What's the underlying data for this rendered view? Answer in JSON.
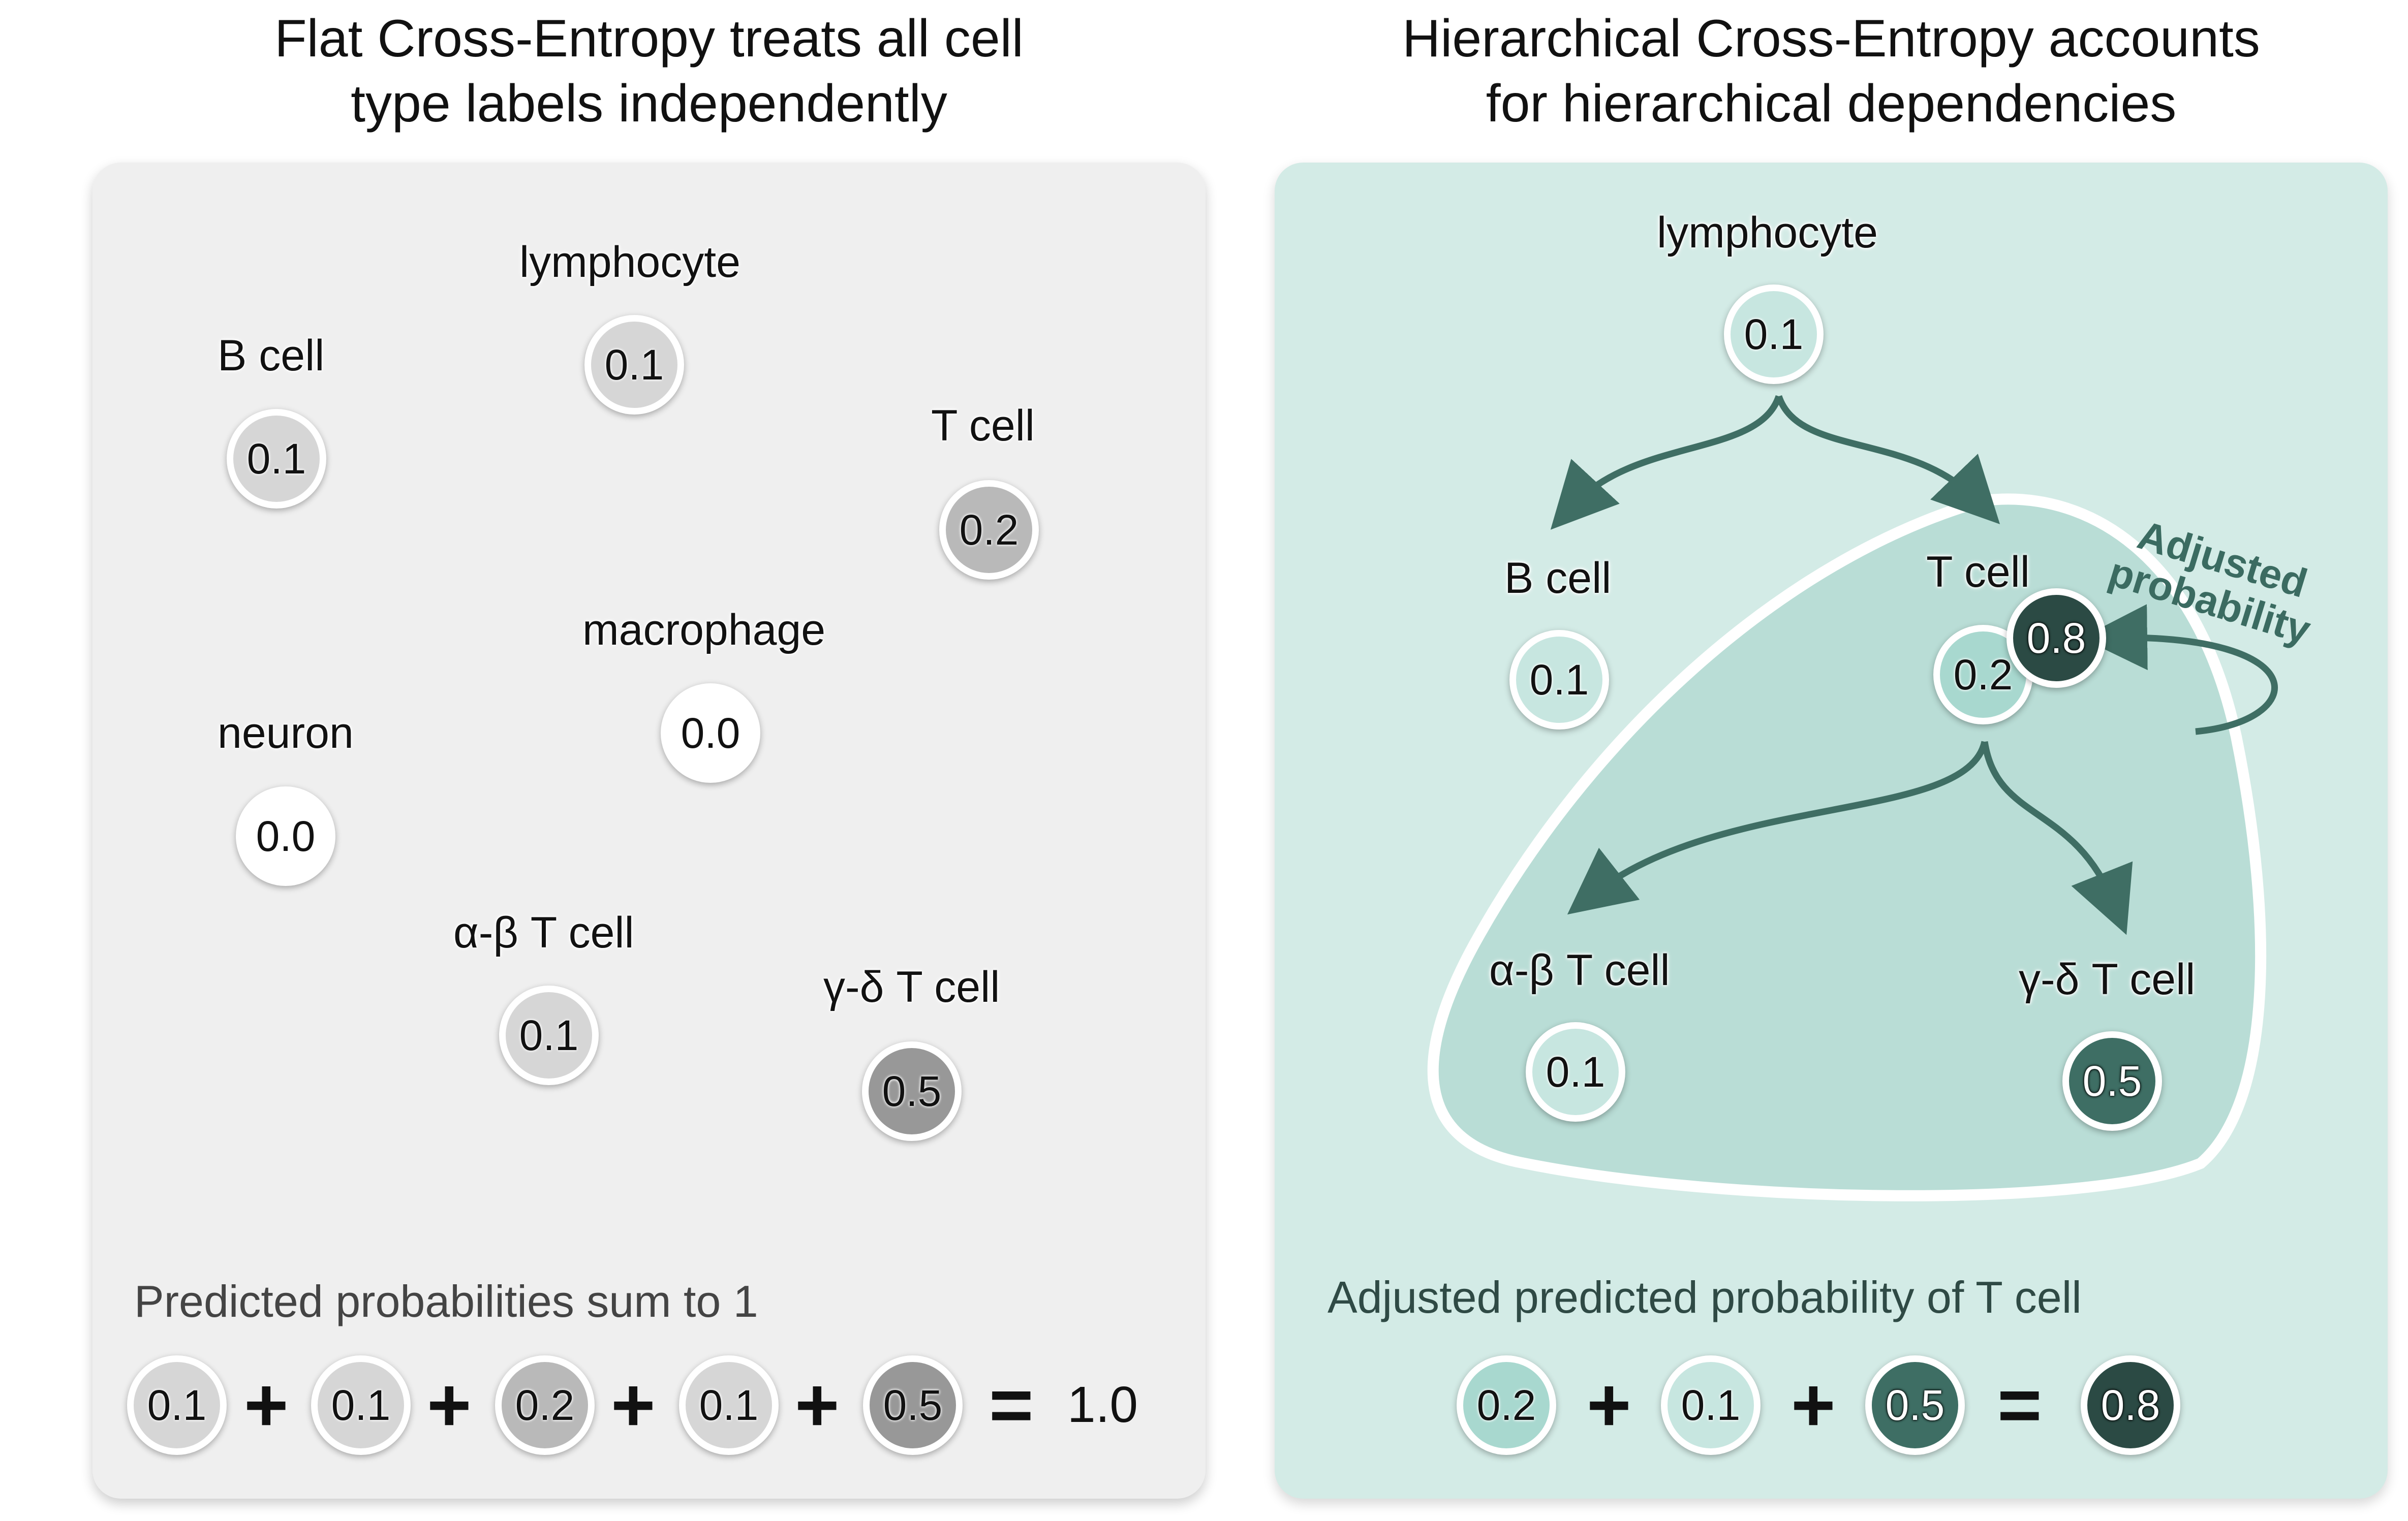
{
  "left": {
    "title_line1": "Flat Cross-Entropy treats all cell",
    "title_line2": "type labels independently",
    "nodes": {
      "lymphocyte": {
        "label": "lymphocyte",
        "value": "0.1"
      },
      "b_cell": {
        "label": "B cell",
        "value": "0.1"
      },
      "t_cell": {
        "label": "T cell",
        "value": "0.2"
      },
      "macrophage": {
        "label": "macrophage",
        "value": "0.0"
      },
      "neuron": {
        "label": "neuron",
        "value": "0.0"
      },
      "ab_t_cell": {
        "label": "α-β T cell",
        "value": "0.1"
      },
      "gd_t_cell": {
        "label": "γ-δ T cell",
        "value": "0.5"
      }
    },
    "sum_title": "Predicted probabilities sum to 1",
    "sum_terms": [
      "0.1",
      "0.1",
      "0.2",
      "0.1",
      "0.5"
    ],
    "plus": "+",
    "equals": "=",
    "sum_result": "1.0"
  },
  "right": {
    "title_line1": "Hierarchical Cross-Entropy accounts",
    "title_line2": "for hierarchical dependencies",
    "nodes": {
      "lymphocyte": {
        "label": "lymphocyte",
        "value": "0.1"
      },
      "b_cell": {
        "label": "B cell",
        "value": "0.1"
      },
      "t_cell": {
        "label": "T cell",
        "value": "0.2"
      },
      "t_cell_adjusted": {
        "value": "0.8"
      },
      "ab_t_cell": {
        "label": "α-β T cell",
        "value": "0.1"
      },
      "gd_t_cell": {
        "label": "γ-δ T cell",
        "value": "0.5"
      }
    },
    "adjusted_label_line1": "Adjusted",
    "adjusted_label_line2": "probability",
    "sum_title": "Adjusted predicted probability of T cell",
    "sum_terms": [
      "0.2",
      "0.1",
      "0.5"
    ],
    "plus": "+",
    "equals": "=",
    "sum_result": "0.8"
  },
  "colors": {
    "left_panel_bg": "#efefef",
    "right_panel_bg": "#d3ebe6",
    "gray_levels": {
      "0.0": "#ffffff",
      "0.1": "#d6d6d6",
      "0.2": "#b9b9b9",
      "0.5": "#989898"
    },
    "teal_levels": {
      "0.1": "#c7e6e0",
      "0.2": "#a8d8cf",
      "0.5": "#3e6e64",
      "0.8": "#2b4a44"
    },
    "tcell_region": "#b9ddd6",
    "arrow": "#3f6e64"
  }
}
